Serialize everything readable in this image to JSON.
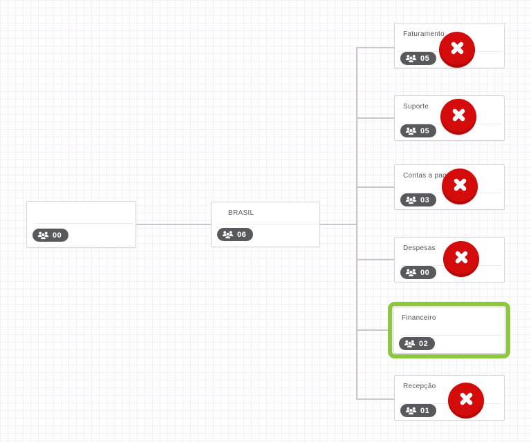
{
  "canvas": {
    "background_color": "#fefefe",
    "grid_line_color": "#f3f1f5"
  },
  "colors": {
    "delete_button_red": "#d30b0b",
    "selection_highlight_green": "#8dc63f",
    "badge_gray": "#58595d",
    "connector_gray": "#c8c6cc",
    "card_border": "#d6d4d8",
    "title_text": "#56565c"
  },
  "icons": {
    "members_icon": "users-group",
    "delete_icon": "x-cross"
  },
  "nodes": {
    "root": {
      "title": "",
      "member_count": "00"
    },
    "parent": {
      "title": "BRASIL",
      "member_count": "06"
    },
    "children": [
      {
        "title": "Faturamento",
        "member_count": "05",
        "has_delete_button": true,
        "highlighted": false
      },
      {
        "title": "Suporte",
        "member_count": "05",
        "has_delete_button": true,
        "highlighted": false
      },
      {
        "title": "Contas a pagar",
        "member_count": "03",
        "has_delete_button": true,
        "highlighted": false
      },
      {
        "title": "Despesas",
        "member_count": "00",
        "has_delete_button": true,
        "highlighted": false
      },
      {
        "title": "Financeiro",
        "member_count": "02",
        "has_delete_button": false,
        "highlighted": true
      },
      {
        "title": "Recepção",
        "member_count": "01",
        "has_delete_button": true,
        "highlighted": false
      }
    ]
  }
}
